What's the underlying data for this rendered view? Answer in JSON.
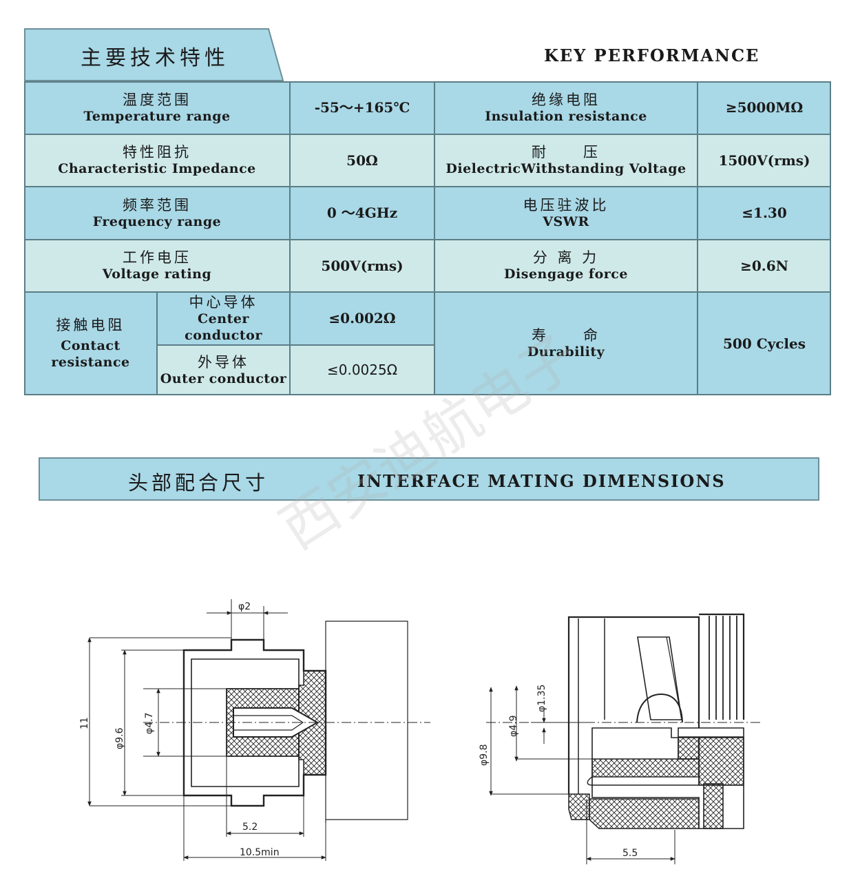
{
  "header": {
    "title_cn": "主要技术特性",
    "title_en": "KEY  PERFORMANCE"
  },
  "specs": {
    "temperature": {
      "cn": "温度范围",
      "en": "Temperature range",
      "value": "-55～+165℃"
    },
    "insulation": {
      "cn": "绝缘电阻",
      "en": "Insulation resistance",
      "value": "≥5000MΩ"
    },
    "impedance": {
      "cn": "特性阻抗",
      "en": "Characteristic Impedance",
      "value": "50Ω"
    },
    "withstanding": {
      "cn": "耐　　压",
      "en": "DielectricWithstanding Voltage",
      "value": "1500V(rms)"
    },
    "frequency": {
      "cn": "频率范围",
      "en": "Frequency range",
      "value": "0 ～4GHz"
    },
    "vswr": {
      "cn": "电压驻波比",
      "en": "VSWR",
      "value": "≤1.30"
    },
    "voltage": {
      "cn": "工作电压",
      "en": "Voltage rating",
      "value": "500V(rms)"
    },
    "disengage": {
      "cn": "分 离 力",
      "en": "Disengage force",
      "value": "≥0.6N"
    },
    "contact": {
      "cn": "接触电阻",
      "en_1": "Contact",
      "en_2": "resistance",
      "center": {
        "cn": "中心导体",
        "en": "Center conductor",
        "value": "≤0.002Ω"
      },
      "outer": {
        "cn": "外导体",
        "en": "Outer conductor",
        "value": "≤0.0025Ω"
      }
    },
    "durability": {
      "cn": "寿　　命",
      "en": "Durability",
      "value": "500 Cycles"
    }
  },
  "dimensions": {
    "title_cn": "头部配合尺寸",
    "title_en": "INTERFACE  MATING  DIMENSIONS",
    "watermark": "西安迪航电子",
    "left": {
      "d_top": "φ2",
      "h11": "11",
      "d96": "φ9.6",
      "d47": "φ4.7",
      "l52": "5.2",
      "l105": "10.5min"
    },
    "right": {
      "d135": "φ1.35",
      "d49": "φ4.9",
      "d98": "φ9.8",
      "l55": "5.5"
    }
  }
}
